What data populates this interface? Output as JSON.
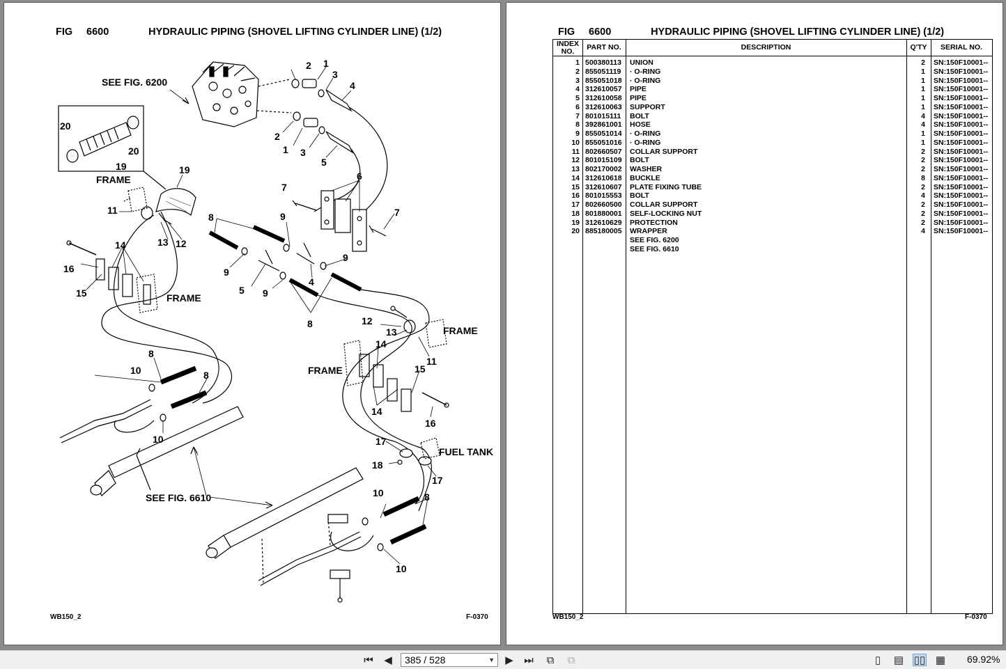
{
  "left_page": {
    "fig_label": "FIG",
    "fig_number": "6600",
    "title": "HYDRAULIC PIPING (SHOVEL LIFTING CYLINDER LINE) (1/2)",
    "footer_left": "WB150_2",
    "footer_right": "F-0370",
    "callouts": {
      "see_fig_6200": "SEE FIG. 6200",
      "see_fig_6610": "SEE FIG. 6610",
      "frame": "FRAME",
      "fuel_tank": "FUEL TANK"
    },
    "index_numbers": [
      "1",
      "2",
      "3",
      "4",
      "5",
      "6",
      "7",
      "8",
      "9",
      "10",
      "11",
      "12",
      "13",
      "14",
      "15",
      "16",
      "17",
      "18",
      "19",
      "20"
    ]
  },
  "right_page": {
    "fig_label": "FIG",
    "fig_number": "6600",
    "title": "HYDRAULIC PIPING (SHOVEL LIFTING CYLINDER LINE) (1/2)",
    "footer_left": "WB150_2",
    "footer_right": "F-0370",
    "columns": {
      "index": "INDEX NO.",
      "part_no": "PART NO.",
      "description": "DESCRIPTION",
      "qty": "Q'TY",
      "serial": "SERIAL NO."
    },
    "rows": [
      {
        "index": "1",
        "part": "500380113",
        "desc": "UNION",
        "qty": "2",
        "serial": "SN:150F10001--"
      },
      {
        "index": "2",
        "part": "855051119",
        "desc": "·  O-RING",
        "qty": "1",
        "serial": "SN:150F10001--"
      },
      {
        "index": "3",
        "part": "855051018",
        "desc": "·  O-RING",
        "qty": "1",
        "serial": "SN:150F10001--"
      },
      {
        "index": "4",
        "part": "312610057",
        "desc": "PIPE",
        "qty": "1",
        "serial": "SN:150F10001--"
      },
      {
        "index": "5",
        "part": "312610058",
        "desc": "PIPE",
        "qty": "1",
        "serial": "SN:150F10001--"
      },
      {
        "index": "6",
        "part": "312610063",
        "desc": "SUPPORT",
        "qty": "1",
        "serial": "SN:150F10001--"
      },
      {
        "index": "7",
        "part": "801015111",
        "desc": "BOLT",
        "qty": "4",
        "serial": "SN:150F10001--"
      },
      {
        "index": "8",
        "part": "392861001",
        "desc": "HOSE",
        "qty": "4",
        "serial": "SN:150F10001--"
      },
      {
        "index": "9",
        "part": "855051014",
        "desc": "·  O-RING",
        "qty": "1",
        "serial": "SN:150F10001--"
      },
      {
        "index": "10",
        "part": "855051016",
        "desc": "·  O-RING",
        "qty": "1",
        "serial": "SN:150F10001--"
      },
      {
        "index": "11",
        "part": "802660507",
        "desc": "COLLAR SUPPORT",
        "qty": "2",
        "serial": "SN:150F10001--"
      },
      {
        "index": "12",
        "part": "801015109",
        "desc": "BOLT",
        "qty": "2",
        "serial": "SN:150F10001--"
      },
      {
        "index": "13",
        "part": "802170002",
        "desc": "WASHER",
        "qty": "2",
        "serial": "SN:150F10001--"
      },
      {
        "index": "14",
        "part": "312610618",
        "desc": "BUCKLE",
        "qty": "8",
        "serial": "SN:150F10001--"
      },
      {
        "index": "15",
        "part": "312610607",
        "desc": "PLATE FIXING TUBE",
        "qty": "2",
        "serial": "SN:150F10001--"
      },
      {
        "index": "16",
        "part": "801015553",
        "desc": "BOLT",
        "qty": "4",
        "serial": "SN:150F10001--"
      },
      {
        "index": "17",
        "part": "802660500",
        "desc": "COLLAR SUPPORT",
        "qty": "2",
        "serial": "SN:150F10001--"
      },
      {
        "index": "18",
        "part": "801880001",
        "desc": "SELF-LOCKING NUT",
        "qty": "2",
        "serial": "SN:150F10001--"
      },
      {
        "index": "19",
        "part": "312610629",
        "desc": "PROTECTION",
        "qty": "2",
        "serial": "SN:150F10001--"
      },
      {
        "index": "20",
        "part": "885180005",
        "desc": "WRAPPER",
        "qty": "4",
        "serial": "SN:150F10001--"
      },
      {
        "index": "",
        "part": "",
        "desc": "SEE FIG. 6200",
        "qty": "",
        "serial": ""
      },
      {
        "index": "",
        "part": "",
        "desc": "SEE FIG. 6610",
        "qty": "",
        "serial": ""
      }
    ]
  },
  "toolbar": {
    "current_page": "385",
    "page_separator": "/",
    "total_pages": "528",
    "page_display": "385 / 528",
    "zoom": "69.92%",
    "icons": [
      "first-page-icon",
      "prev-page-icon",
      "next-page-icon",
      "last-page-icon",
      "previous-view-icon",
      "next-view-icon",
      "single-page-icon",
      "continuous-icon",
      "facing-icon",
      "continuous-facing-icon"
    ]
  }
}
